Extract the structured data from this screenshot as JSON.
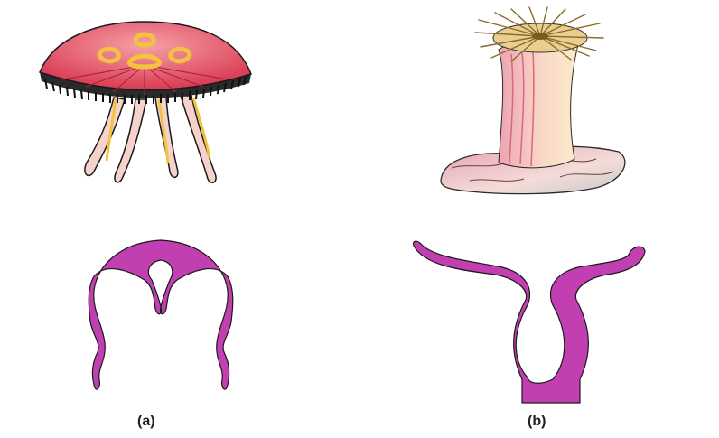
{
  "figure": {
    "panels": [
      {
        "id": "a",
        "caption": "(a)"
      },
      {
        "id": "b",
        "caption": "(b)"
      }
    ],
    "colors": {
      "section_fill": "#c23fb2",
      "medusa_bell": "#e8505f",
      "medusa_bell_light": "#f6a0a8",
      "gonad_yellow": "#f3c23e",
      "tentacle_pink": "#f5d2cc",
      "polyp_column": "#f8dcc6",
      "polyp_tentacles": "#d9b870",
      "rock": "#e9b5c0",
      "outline": "#1a1a1a"
    },
    "icons": [
      "medusa-illustration",
      "polyp-illustration"
    ]
  }
}
